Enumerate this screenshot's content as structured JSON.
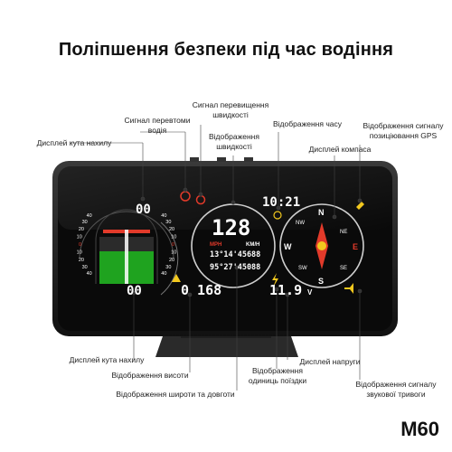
{
  "title": "Поліпшення безпеки під час водіння",
  "model": "M60",
  "labels": {
    "brake_signal": "Сигнал перевтоми\nводія",
    "overspeed_signal": "Сигнал перевищення\nшвидкості",
    "speed_display": "Відображення\nшвидкості",
    "time_display": "Відображення часу",
    "gps_signal": "Відображення сигналу\nпозиціювання GPS",
    "tilt_display": "Дисплей кута нахилу",
    "compass_display": "Дисплей компаса",
    "pitch_display": "Дисплей кута нахилу",
    "altitude_display": "Відображення висоти",
    "latlon_display": "Відображення широти та довготи",
    "trip_unit_display": "Відображення\nодиниць поїздки",
    "voltage_display": "Дисплей напруги",
    "alarm_signal": "Відображення сигналу\nзвукової тривоги"
  },
  "screen": {
    "tilt_top_value": "00",
    "tilt_bottom_value": "00",
    "speed": "128",
    "speed_unit_mph": "MPH",
    "speed_unit_kmh": "KM/H",
    "lat": "13°14'45688",
    "lon": "95°27'45088",
    "altitude": "0 168",
    "time": "10:21",
    "voltage": "11.9",
    "voltage_unit": "V",
    "compass": {
      "n": "N",
      "s": "S",
      "e": "E",
      "w": "W",
      "nw": "NW",
      "ne": "NE",
      "sw": "SW",
      "se": "SE"
    },
    "scale_left": [
      "40",
      "30",
      "20",
      "10",
      "0",
      "10",
      "20",
      "30",
      "40"
    ],
    "scale_right": [
      "40",
      "30",
      "20",
      "10",
      "0",
      "10",
      "20",
      "30",
      "40"
    ]
  },
  "colors": {
    "screen_bg": "#0a0a0a",
    "green": "#3fd13f",
    "red": "#e23a2a",
    "yellow": "#f2c81e",
    "bezel": "#1b1b1b"
  }
}
